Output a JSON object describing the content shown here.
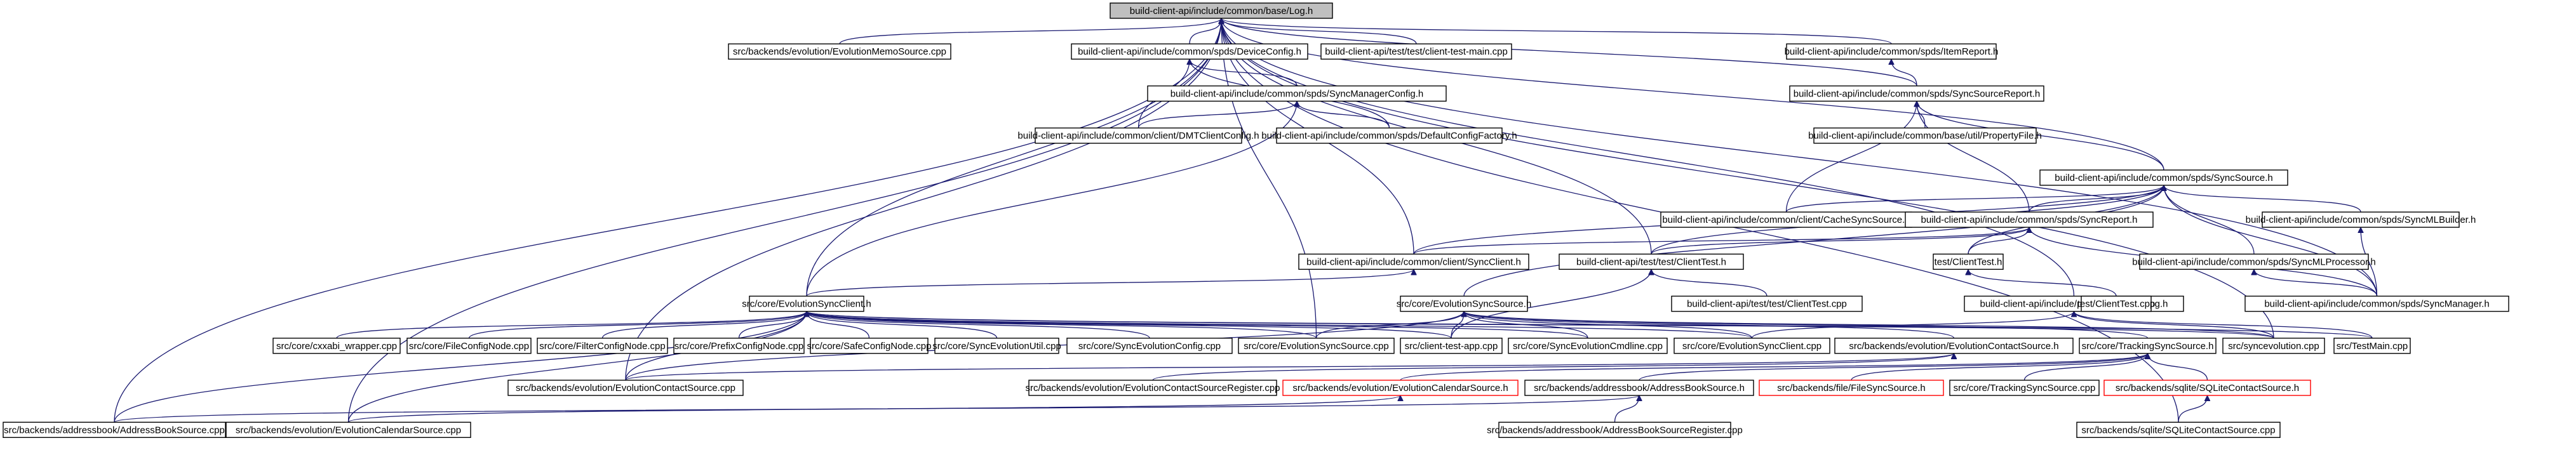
{
  "graph": {
    "colors": {
      "edge": "#191970",
      "root_fill": "#bfbfbf",
      "missing_border": "#ff0000",
      "node_border": "#000000"
    },
    "nodes": [
      {
        "id": "log",
        "label": "build-client-api/include/common/base/Log.h",
        "kind": "root"
      },
      {
        "id": "memo",
        "label": "src/backends/evolution/EvolutionMemoSource.cpp"
      },
      {
        "id": "devcfg",
        "label": "build-client-api/include/common/spds/DeviceConfig.h"
      },
      {
        "id": "clienttestmain",
        "label": "build-client-api/test/test/client-test-main.cpp"
      },
      {
        "id": "itemreport",
        "label": "build-client-api/include/common/spds/ItemReport.h"
      },
      {
        "id": "smcfg",
        "label": "build-client-api/include/common/spds/SyncManagerConfig.h"
      },
      {
        "id": "ssreport",
        "label": "build-client-api/include/common/spds/SyncSourceReport.h"
      },
      {
        "id": "dmt",
        "label": "build-client-api/include/common/client/DMTClientConfig.h"
      },
      {
        "id": "dcf",
        "label": "build-client-api/include/common/spds/DefaultConfigFactory.h"
      },
      {
        "id": "propfile",
        "label": "build-client-api/include/common/base/util/PropertyFile.h"
      },
      {
        "id": "syncsource",
        "label": "build-client-api/include/common/spds/SyncSource.h"
      },
      {
        "id": "cachess",
        "label": "build-client-api/include/common/client/CacheSyncSource.h"
      },
      {
        "id": "syncreport",
        "label": "build-client-api/include/common/spds/SyncReport.h"
      },
      {
        "id": "mlbuilder",
        "label": "build-client-api/include/common/spds/SyncMLBuilder.h"
      },
      {
        "id": "syncclient",
        "label": "build-client-api/include/common/client/SyncClient.h"
      },
      {
        "id": "clienttest_h",
        "label": "build-client-api/test/test/ClientTest.h"
      },
      {
        "id": "testclienttest_h",
        "label": "test/ClientTest.h"
      },
      {
        "id": "mlproc",
        "label": "build-client-api/include/common/spds/SyncMLProcessor.h"
      },
      {
        "id": "evosc",
        "label": "src/core/EvolutionSyncClient.h"
      },
      {
        "id": "evoss",
        "label": "src/core/EvolutionSyncSource.h"
      },
      {
        "id": "clienttest_cpp",
        "label": "build-client-api/test/test/ClientTest.cpp"
      },
      {
        "id": "posixlog",
        "label": "build-client-api/include/posix/base/posixlog.h"
      },
      {
        "id": "testclienttest_cpp",
        "label": "test/ClientTest.cpp"
      },
      {
        "id": "syncmanager",
        "label": "build-client-api/include/common/spds/SyncManager.h"
      },
      {
        "id": "cxxabi",
        "label": "src/core/cxxabi_wrapper.cpp"
      },
      {
        "id": "fcn",
        "label": "src/core/FileConfigNode.cpp"
      },
      {
        "id": "fltcn",
        "label": "src/core/FilterConfigNode.cpp"
      },
      {
        "id": "pcn",
        "label": "src/core/PrefixConfigNode.cpp"
      },
      {
        "id": "scn",
        "label": "src/core/SafeConfigNode.cpp"
      },
      {
        "id": "seutil",
        "label": "src/core/SyncEvolutionUtil.cpp"
      },
      {
        "id": "secfg",
        "label": "src/core/SyncEvolutionConfig.cpp"
      },
      {
        "id": "evoss_cpp",
        "label": "src/core/EvolutionSyncSource.cpp"
      },
      {
        "id": "ctapp",
        "label": "src/client-test-app.cpp"
      },
      {
        "id": "secmd",
        "label": "src/core/SyncEvolutionCmdline.cpp"
      },
      {
        "id": "evosc_cpp",
        "label": "src/core/EvolutionSyncClient.cpp"
      },
      {
        "id": "evocontsrc_h",
        "label": "src/backends/evolution/EvolutionContactSource.h"
      },
      {
        "id": "tss_h",
        "label": "src/core/TrackingSyncSource.h"
      },
      {
        "id": "syncevo",
        "label": "src/syncevolution.cpp"
      },
      {
        "id": "testmain",
        "label": "src/TestMain.cpp"
      },
      {
        "id": "evocontsrc_cpp",
        "label": "src/backends/evolution/EvolutionContactSource.cpp"
      },
      {
        "id": "evocontreg",
        "label": "src/backends/evolution/EvolutionContactSourceRegister.cpp"
      },
      {
        "id": "evocal_h",
        "label": "src/backends/evolution/EvolutionCalendarSource.h",
        "kind": "missing"
      },
      {
        "id": "abs_h",
        "label": "src/backends/addressbook/AddressBookSource.h"
      },
      {
        "id": "filess_h",
        "label": "src/backends/file/FileSyncSource.h",
        "kind": "missing"
      },
      {
        "id": "tss_cpp",
        "label": "src/core/TrackingSyncSource.cpp"
      },
      {
        "id": "sqlite_h",
        "label": "src/backends/sqlite/SQLiteContactSource.h",
        "kind": "missing"
      },
      {
        "id": "abs_cpp",
        "label": "src/backends/addressbook/AddressBookSource.cpp"
      },
      {
        "id": "evocal_cpp",
        "label": "src/backends/evolution/EvolutionCalendarSource.cpp"
      },
      {
        "id": "absreg",
        "label": "src/backends/addressbook/AddressBookSourceRegister.cpp"
      },
      {
        "id": "sqlite_cpp",
        "label": "src/backends/sqlite/SQLiteContactSource.cpp"
      }
    ],
    "edges": [
      [
        "memo",
        "log"
      ],
      [
        "devcfg",
        "log"
      ],
      [
        "clienttestmain",
        "log"
      ],
      [
        "itemreport",
        "log"
      ],
      [
        "ssreport",
        "log"
      ],
      [
        "syncsource",
        "log"
      ],
      [
        "syncclient",
        "log"
      ],
      [
        "clienttest_h",
        "log"
      ],
      [
        "evosc",
        "log"
      ],
      [
        "posixlog",
        "log"
      ],
      [
        "syncmanager",
        "log"
      ],
      [
        "syncevo",
        "log"
      ],
      [
        "evocontsrc_cpp",
        "log"
      ],
      [
        "abs_cpp",
        "log"
      ],
      [
        "evocal_cpp",
        "log"
      ],
      [
        "sqlite_cpp",
        "log"
      ],
      [
        "evoss_cpp",
        "log"
      ],
      [
        "smcfg",
        "devcfg"
      ],
      [
        "dmt",
        "devcfg"
      ],
      [
        "dcf",
        "devcfg"
      ],
      [
        "dmt",
        "smcfg"
      ],
      [
        "dcf",
        "smcfg"
      ],
      [
        "evosc",
        "smcfg"
      ],
      [
        "ssreport",
        "itemreport"
      ],
      [
        "propfile",
        "ssreport"
      ],
      [
        "syncsource",
        "ssreport"
      ],
      [
        "cachess",
        "ssreport"
      ],
      [
        "syncreport",
        "ssreport"
      ],
      [
        "cachess",
        "syncsource"
      ],
      [
        "syncreport",
        "syncsource"
      ],
      [
        "mlbuilder",
        "syncsource"
      ],
      [
        "syncclient",
        "syncsource"
      ],
      [
        "clienttest_h",
        "syncsource"
      ],
      [
        "testclienttest_h",
        "syncsource"
      ],
      [
        "mlproc",
        "syncsource"
      ],
      [
        "evoss",
        "syncsource"
      ],
      [
        "syncmanager",
        "syncsource"
      ],
      [
        "syncclient",
        "syncreport"
      ],
      [
        "clienttest_h",
        "syncreport"
      ],
      [
        "testclienttest_h",
        "syncreport"
      ],
      [
        "syncmanager",
        "syncreport"
      ],
      [
        "syncmanager",
        "mlbuilder"
      ],
      [
        "syncmanager",
        "mlproc"
      ],
      [
        "evosc",
        "syncclient"
      ],
      [
        "clienttest_cpp",
        "clienttest_h"
      ],
      [
        "ctapp",
        "clienttest_h"
      ],
      [
        "testclienttest_cpp",
        "testclienttest_h"
      ],
      [
        "cxxabi",
        "evosc"
      ],
      [
        "fcn",
        "evosc"
      ],
      [
        "fltcn",
        "evosc"
      ],
      [
        "pcn",
        "evosc"
      ],
      [
        "scn",
        "evosc"
      ],
      [
        "seutil",
        "evosc"
      ],
      [
        "secfg",
        "evosc"
      ],
      [
        "evoss_cpp",
        "evosc"
      ],
      [
        "ctapp",
        "evosc"
      ],
      [
        "secmd",
        "evosc"
      ],
      [
        "evosc_cpp",
        "evosc"
      ],
      [
        "syncevo",
        "evosc"
      ],
      [
        "testmain",
        "evosc"
      ],
      [
        "evocontsrc_cpp",
        "evosc"
      ],
      [
        "abs_cpp",
        "evosc"
      ],
      [
        "evocal_cpp",
        "evosc"
      ],
      [
        "evoss_cpp",
        "evoss"
      ],
      [
        "ctapp",
        "evoss"
      ],
      [
        "secmd",
        "evoss"
      ],
      [
        "evosc_cpp",
        "evoss"
      ],
      [
        "evocontsrc_h",
        "evoss"
      ],
      [
        "tss_h",
        "evoss"
      ],
      [
        "syncevo",
        "evoss"
      ],
      [
        "evocontsrc_cpp",
        "evoss"
      ],
      [
        "evosc_cpp",
        "posixlog"
      ],
      [
        "syncevo",
        "posixlog"
      ],
      [
        "testmain",
        "posixlog"
      ],
      [
        "evocontsrc_cpp",
        "evocontsrc_h"
      ],
      [
        "evocontreg",
        "evocontsrc_h"
      ],
      [
        "evocal_h",
        "tss_h"
      ],
      [
        "abs_h",
        "tss_h"
      ],
      [
        "filess_h",
        "tss_h"
      ],
      [
        "tss_cpp",
        "tss_h"
      ],
      [
        "sqlite_h",
        "tss_h"
      ],
      [
        "evocal_cpp",
        "evocal_h"
      ],
      [
        "abs_cpp",
        "abs_h"
      ],
      [
        "absreg",
        "abs_h"
      ],
      [
        "sqlite_cpp",
        "sqlite_h"
      ]
    ]
  }
}
